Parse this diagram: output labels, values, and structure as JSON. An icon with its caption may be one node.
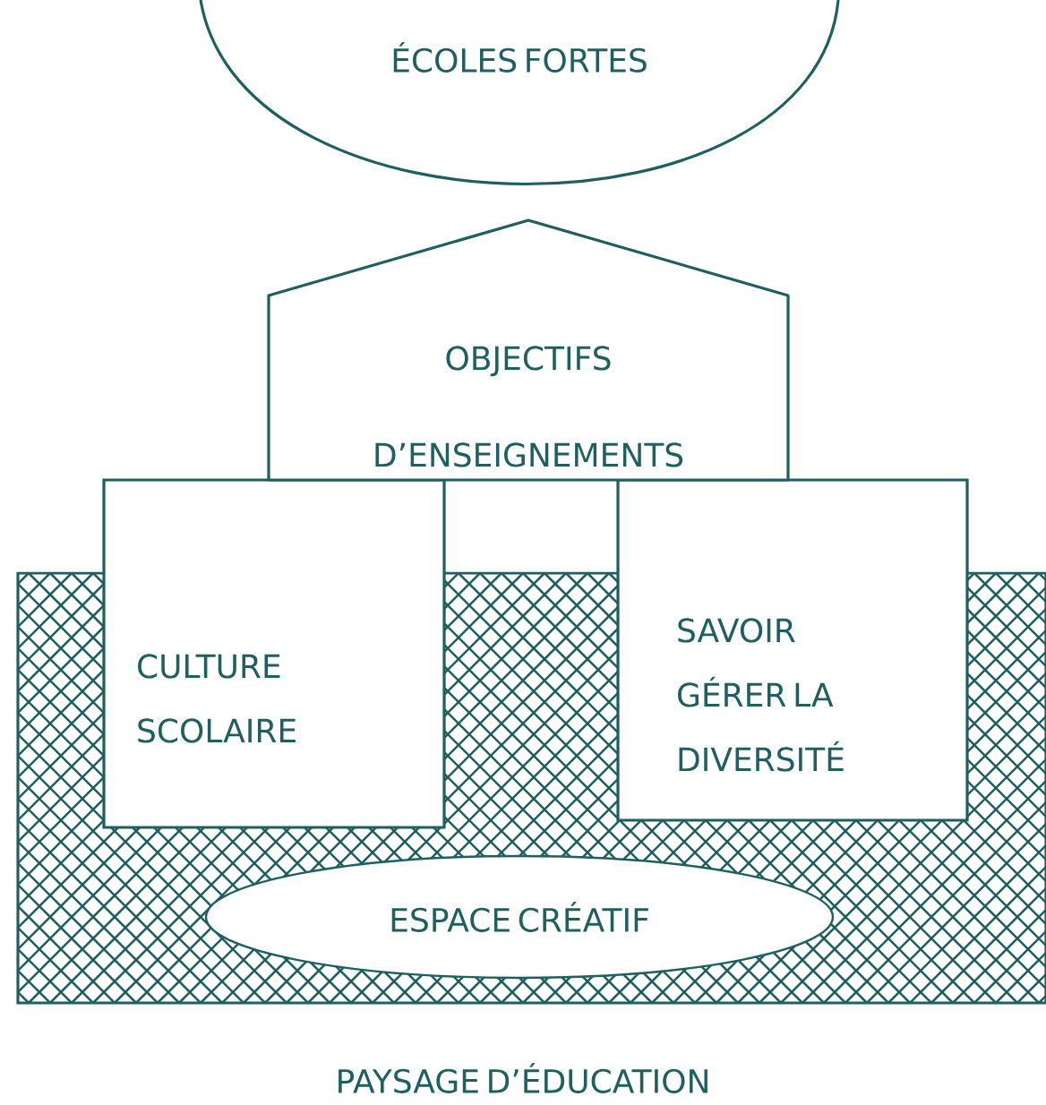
{
  "diagram": {
    "nodes": [
      {
        "text": [
          "ÉCOLES FORTES"
        ]
      },
      {
        "text": [
          "OBJECTIFS D’ENSEIGNEMENTS"
        ]
      },
      {
        "text": [
          "PAYSAGE D’ÉDUCATION"
        ]
      },
      {
        "text": [
          "CULTURE SCOLAIRE"
        ]
      },
      {
        "text": [
          "SAVOIR GÉRER LA DIVERSITÉ"
        ]
      },
      {
        "text": [
          "ESPACE CRÉATIF"
        ],
        "in": 2
      }
    ],
    "edges": []
  }
}
